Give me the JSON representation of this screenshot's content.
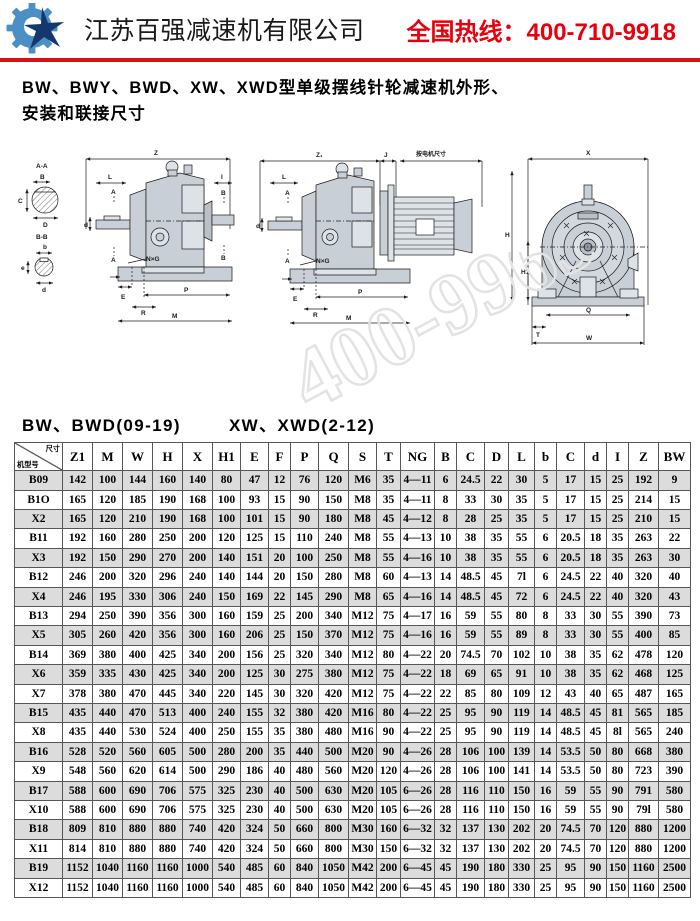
{
  "header": {
    "company_name": "江苏百强减速机有限公司",
    "hotline": "全国热线：400-710-9918",
    "logo_icon": "gear-star-logo-icon",
    "accent_color": "#d81117",
    "logo_gear_color": "#4a90c4",
    "logo_star_color": "#16376b"
  },
  "title": {
    "line1": "BW、BWY、BWD、XW、XWD型单级摆线针轮减速机外形、",
    "line2": "安装和联接尺寸"
  },
  "drawings": {
    "left": {
      "name": "side-view-bw-bwd",
      "labels": [
        "Z",
        "L",
        "A",
        "A-A",
        "B-B",
        "B",
        "C",
        "D",
        "b",
        "d",
        "N×G",
        "E",
        "R",
        "P",
        "M",
        "I",
        "B"
      ]
    },
    "middle": {
      "name": "side-view-with-motor",
      "labels": [
        "Z1",
        "J",
        "按电机尺寸",
        "L",
        "A",
        "A",
        "N×G",
        "E",
        "R",
        "P",
        "M"
      ]
    },
    "right": {
      "name": "front-view-end",
      "labels": [
        "X",
        "H",
        "H1",
        "Q",
        "T",
        "W"
      ]
    }
  },
  "series_headings": {
    "left": "BW、BWD(09-19)",
    "right": "XW、XWD(2-12)"
  },
  "table": {
    "corner": {
      "dimension_label": "尺寸",
      "model_label": "机型号"
    },
    "columns": [
      "Z1",
      "M",
      "W",
      "H",
      "X",
      "H1",
      "E",
      "F",
      "P",
      "Q",
      "S",
      "T",
      "NG",
      "B",
      "C",
      "D",
      "L",
      "b",
      "C",
      "d",
      "I",
      "Z",
      "BW"
    ],
    "rows": [
      {
        "model": "B09",
        "values": [
          "142",
          "100",
          "144",
          "160",
          "140",
          "80",
          "47",
          "12",
          "76",
          "120",
          "M6",
          "35",
          "4—11",
          "6",
          "24.5",
          "22",
          "30",
          "5",
          "17",
          "15",
          "25",
          "192",
          "9"
        ]
      },
      {
        "model": "B1O",
        "values": [
          "165",
          "120",
          "185",
          "190",
          "168",
          "100",
          "93",
          "15",
          "90",
          "150",
          "M8",
          "35",
          "4—11",
          "8",
          "33",
          "30",
          "35",
          "5",
          "17",
          "15",
          "25",
          "214",
          "15"
        ]
      },
      {
        "model": "X2",
        "values": [
          "165",
          "120",
          "210",
          "190",
          "168",
          "100",
          "101",
          "15",
          "90",
          "180",
          "M8",
          "45",
          "4—12",
          "8",
          "28",
          "25",
          "35",
          "5",
          "17",
          "15",
          "25",
          "210",
          "15"
        ]
      },
      {
        "model": "B11",
        "values": [
          "192",
          "160",
          "280",
          "250",
          "200",
          "120",
          "125",
          "15",
          "110",
          "240",
          "M8",
          "55",
          "4—13",
          "10",
          "38",
          "35",
          "55",
          "6",
          "20.5",
          "18",
          "35",
          "263",
          "22"
        ]
      },
      {
        "model": "X3",
        "values": [
          "192",
          "150",
          "290",
          "270",
          "200",
          "140",
          "151",
          "20",
          "100",
          "250",
          "M8",
          "55",
          "4—16",
          "10",
          "38",
          "35",
          "55",
          "6",
          "20.5",
          "18",
          "35",
          "263",
          "30"
        ]
      },
      {
        "model": "B12",
        "values": [
          "246",
          "200",
          "320",
          "296",
          "240",
          "140",
          "144",
          "20",
          "150",
          "280",
          "M8",
          "60",
          "4—13",
          "14",
          "48.5",
          "45",
          "7l",
          "6",
          "24.5",
          "22",
          "40",
          "320",
          "40"
        ]
      },
      {
        "model": "X4",
        "values": [
          "246",
          "195",
          "330",
          "306",
          "240",
          "150",
          "169",
          "22",
          "145",
          "290",
          "M8",
          "65",
          "4—16",
          "14",
          "48.5",
          "45",
          "72",
          "6",
          "24.5",
          "22",
          "40",
          "320",
          "43"
        ]
      },
      {
        "model": "B13",
        "values": [
          "294",
          "250",
          "390",
          "356",
          "300",
          "160",
          "159",
          "25",
          "200",
          "340",
          "M12",
          "75",
          "4—17",
          "16",
          "59",
          "55",
          "80",
          "8",
          "33",
          "30",
          "55",
          "390",
          "73"
        ]
      },
      {
        "model": "X5",
        "values": [
          "305",
          "260",
          "420",
          "356",
          "300",
          "160",
          "206",
          "25",
          "150",
          "370",
          "M12",
          "75",
          "4—16",
          "16",
          "59",
          "55",
          "89",
          "8",
          "33",
          "30",
          "55",
          "400",
          "85"
        ]
      },
      {
        "model": "B14",
        "values": [
          "369",
          "380",
          "400",
          "425",
          "340",
          "200",
          "156",
          "25",
          "320",
          "340",
          "M12",
          "80",
          "4—22",
          "20",
          "74.5",
          "70",
          "102",
          "10",
          "38",
          "35",
          "62",
          "478",
          "120"
        ]
      },
      {
        "model": "X6",
        "values": [
          "359",
          "335",
          "430",
          "425",
          "340",
          "200",
          "125",
          "30",
          "275",
          "380",
          "M12",
          "75",
          "4—22",
          "18",
          "69",
          "65",
          "91",
          "10",
          "38",
          "35",
          "62",
          "468",
          "125"
        ]
      },
      {
        "model": "X7",
        "values": [
          "378",
          "380",
          "470",
          "445",
          "340",
          "220",
          "145",
          "30",
          "320",
          "420",
          "M12",
          "75",
          "4—22",
          "22",
          "85",
          "80",
          "109",
          "12",
          "43",
          "40",
          "65",
          "487",
          "165"
        ]
      },
      {
        "model": "B15",
        "values": [
          "435",
          "440",
          "470",
          "513",
          "400",
          "240",
          "155",
          "32",
          "380",
          "420",
          "M16",
          "80",
          "4—22",
          "25",
          "95",
          "90",
          "119",
          "14",
          "48.5",
          "45",
          "81",
          "565",
          "185"
        ]
      },
      {
        "model": "X8",
        "values": [
          "435",
          "440",
          "530",
          "524",
          "400",
          "250",
          "155",
          "35",
          "380",
          "480",
          "M16",
          "90",
          "4—22",
          "25",
          "95",
          "90",
          "119",
          "14",
          "48.5",
          "45",
          "8l",
          "565",
          "240"
        ]
      },
      {
        "model": "B16",
        "values": [
          "528",
          "520",
          "560",
          "605",
          "500",
          "280",
          "200",
          "35",
          "440",
          "500",
          "M20",
          "90",
          "4—26",
          "28",
          "106",
          "100",
          "139",
          "14",
          "53.5",
          "50",
          "80",
          "668",
          "380"
        ]
      },
      {
        "model": "X9",
        "values": [
          "548",
          "560",
          "620",
          "614",
          "500",
          "290",
          "186",
          "40",
          "480",
          "560",
          "M20",
          "120",
          "4—26",
          "28",
          "106",
          "100",
          "141",
          "14",
          "53.5",
          "50",
          "80",
          "723",
          "390"
        ]
      },
      {
        "model": "B17",
        "values": [
          "588",
          "600",
          "690",
          "706",
          "575",
          "325",
          "230",
          "40",
          "500",
          "630",
          "M20",
          "105",
          "6—26",
          "28",
          "116",
          "110",
          "150",
          "16",
          "59",
          "55",
          "90",
          "791",
          "580"
        ]
      },
      {
        "model": "X10",
        "values": [
          "588",
          "600",
          "690",
          "706",
          "575",
          "325",
          "230",
          "40",
          "500",
          "630",
          "M20",
          "105",
          "6—26",
          "28",
          "116",
          "110",
          "150",
          "16",
          "59",
          "55",
          "90",
          "79l",
          "580"
        ]
      },
      {
        "model": "B18",
        "values": [
          "809",
          "810",
          "880",
          "880",
          "740",
          "420",
          "324",
          "50",
          "660",
          "800",
          "M30",
          "160",
          "6—32",
          "32",
          "137",
          "130",
          "202",
          "20",
          "74.5",
          "70",
          "120",
          "880",
          "1200"
        ]
      },
      {
        "model": "X11",
        "values": [
          "814",
          "810",
          "880",
          "880",
          "740",
          "420",
          "324",
          "50",
          "660",
          "800",
          "M30",
          "150",
          "6—32",
          "32",
          "137",
          "130",
          "202",
          "20",
          "74.5",
          "70",
          "120",
          "880",
          "1200"
        ]
      },
      {
        "model": "B19",
        "values": [
          "1152",
          "1040",
          "1160",
          "1160",
          "1000",
          "540",
          "485",
          "60",
          "840",
          "1050",
          "M42",
          "200",
          "6—45",
          "45",
          "190",
          "180",
          "330",
          "25",
          "95",
          "90",
          "150",
          "1160",
          "2500"
        ]
      },
      {
        "model": "X12",
        "values": [
          "1152",
          "1040",
          "1160",
          "1160",
          "1000",
          "540",
          "485",
          "60",
          "840",
          "1050",
          "M42",
          "200",
          "6—45",
          "45",
          "190",
          "180",
          "330",
          "25",
          "95",
          "90",
          "150",
          "1160",
          "2500"
        ]
      }
    ]
  },
  "watermark": {
    "text": "400-9965"
  }
}
